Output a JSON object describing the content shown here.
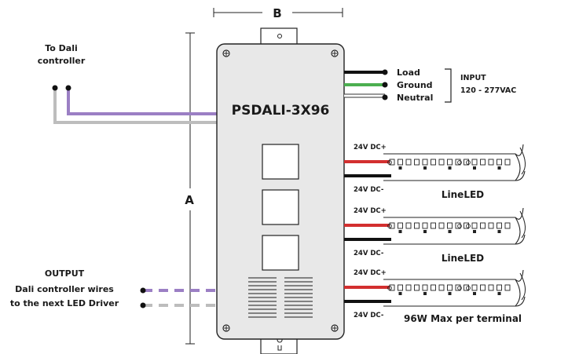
{
  "dimension_b_label": "B",
  "dimension_a_label": "A",
  "to_dali": {
    "line1": "To Dali",
    "line2": "controller"
  },
  "device_model": "PSDALI-3X96",
  "input": {
    "load": "Load",
    "ground": "Ground",
    "neutral": "Neutral",
    "title": "INPUT",
    "voltage": "120 - 277VAC"
  },
  "outputs": [
    {
      "pos_label": "24V DC+",
      "neg_label": "24V DC-",
      "caption": "LineLED"
    },
    {
      "pos_label": "24V DC+",
      "neg_label": "24V DC-",
      "caption": "LineLED"
    },
    {
      "pos_label": "24V DC+",
      "neg_label": "24V DC-",
      "caption": "96W Max per terminal"
    }
  ],
  "output_note": {
    "title": "OUTPUT",
    "line1": "Dali controller wires",
    "line2": "to the next LED Driver"
  },
  "colors": {
    "dali_wire_1": "#9b7fc4",
    "dali_wire_2": "#bdbdbd",
    "load_wire": "#111111",
    "ground_wire": "#4caf50",
    "neutral_wire": "#ffffff",
    "dc_pos_wire": "#d32f2f",
    "dc_neg_wire": "#111111"
  }
}
